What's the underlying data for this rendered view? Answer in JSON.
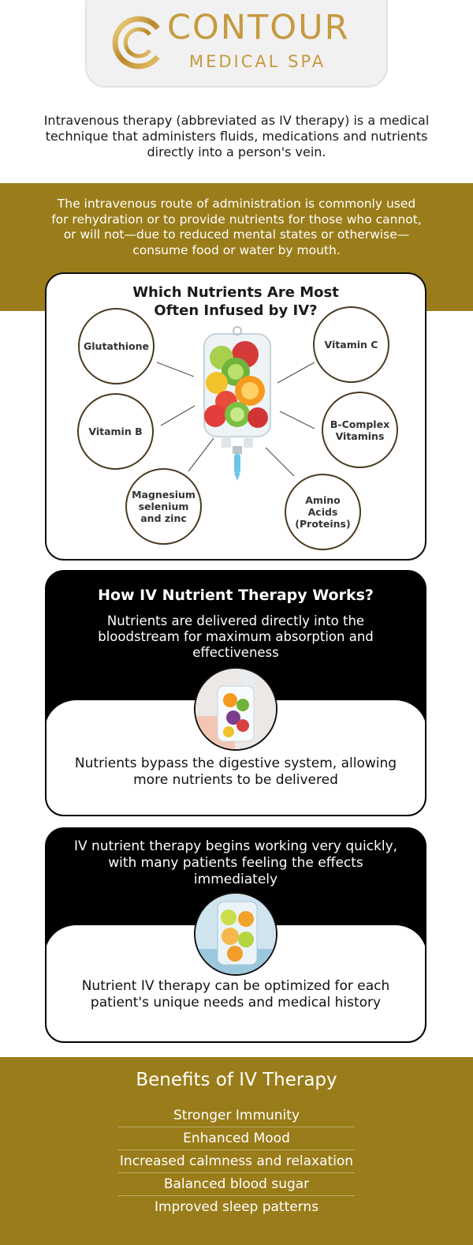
{
  "brand": {
    "name": "CONTOUR",
    "tagline": "MEDICAL SPA",
    "gold": "#c59a3f"
  },
  "intro": "Intravenous therapy (abbreviated as IV therapy) is a medical technique that administers fluids, medications and nutrients directly into a person's vein.",
  "olive_text": "The intravenous route of administration is commonly used for rehydration or to provide nutrients for those who cannot, or will not—due to reduced mental states or otherwise—consume food or water by mouth.",
  "nutrients": {
    "title": "Which Nutrients Are Most Often Infused by IV?",
    "items": [
      "Glutathione",
      "Vitamin C",
      "Vitamin B",
      "B-Complex Vitamins",
      "Magnesium selenium and zinc",
      "Amino Acids (Proteins)"
    ]
  },
  "how_it_works": {
    "title": "How IV Nutrient Therapy Works?",
    "delivered": "Nutrients are delivered directly into the bloodstream for maximum absorption and effectiveness",
    "bypass": "Nutrients bypass the digestive system, allowing more nutrients to be delivered"
  },
  "quick": {
    "begins": "IV nutrient therapy begins working very quickly, with many patients feeling the effects immediately",
    "optimized": "Nutrient IV therapy can be optimized for each patient's unique needs and medical history"
  },
  "benefits": {
    "title": "Benefits of IV Therapy",
    "items": [
      "Stronger Immunity",
      "Enhanced Mood",
      "Increased calmness and relaxation",
      "Balanced blood sugar",
      "Improved sleep patterns"
    ]
  },
  "colors": {
    "olive": "#9a7d1a",
    "black": "#000000",
    "bubble_border": "#4a3a22"
  }
}
